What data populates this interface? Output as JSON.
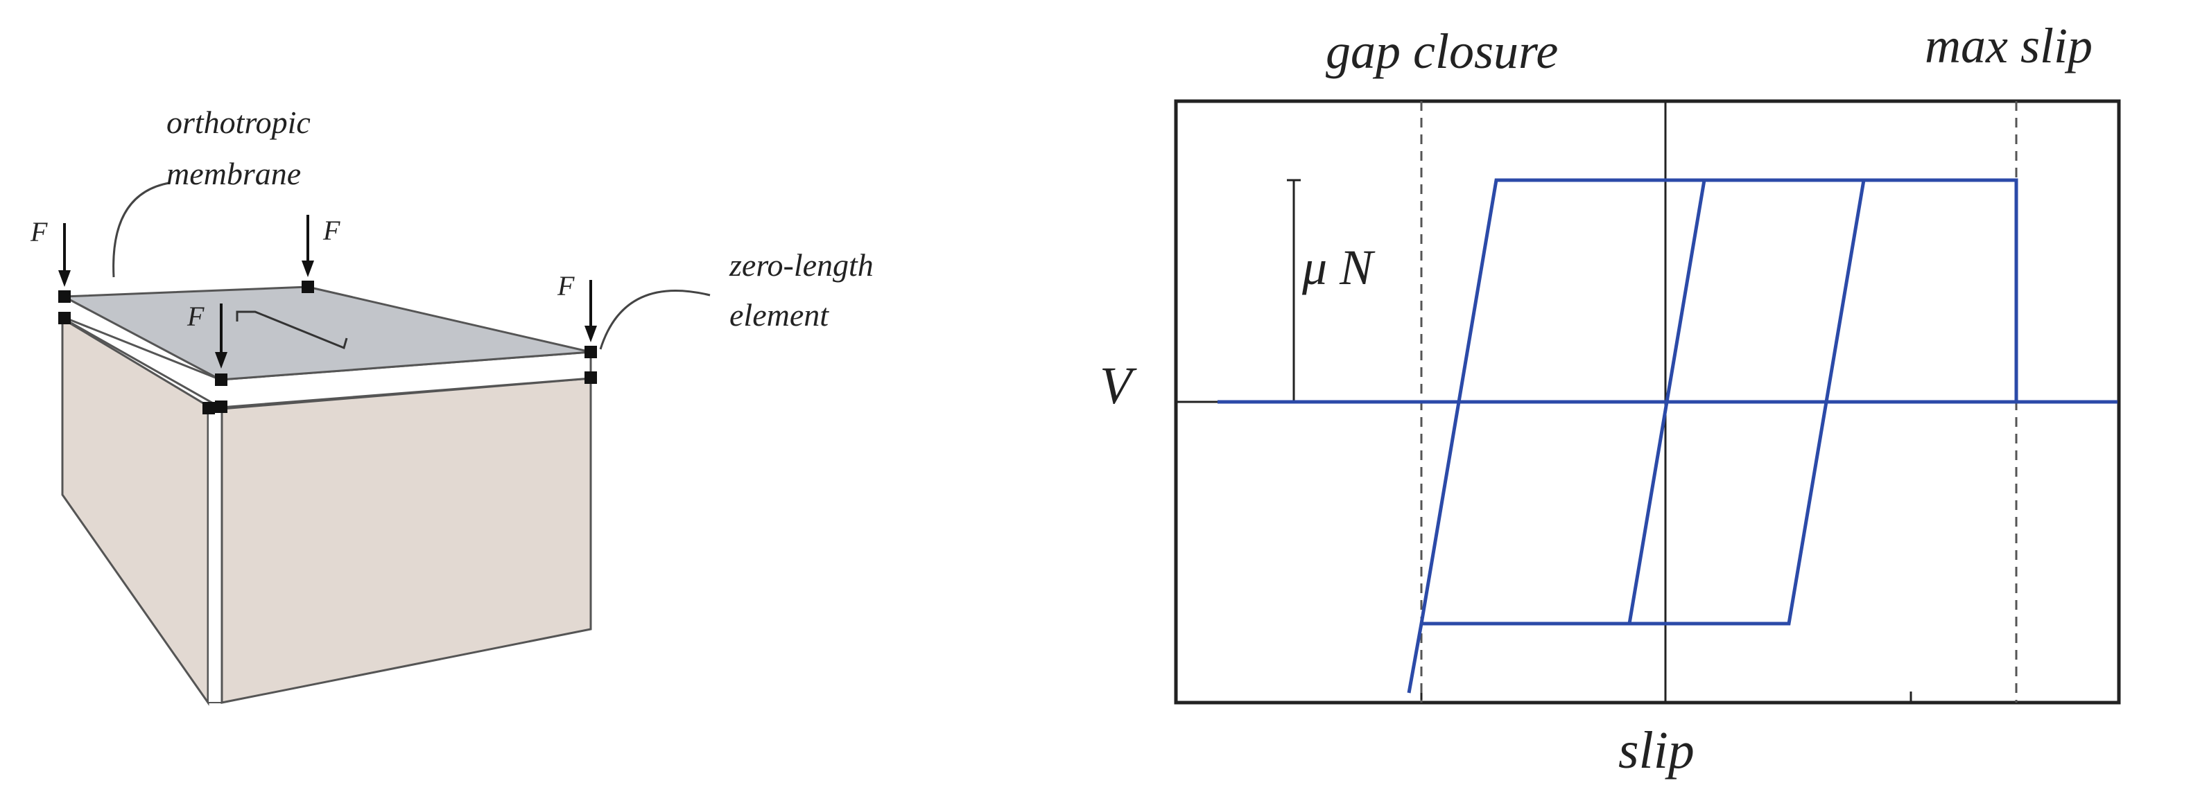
{
  "left_diagram": {
    "label_membrane_line1": "orthotropic",
    "label_membrane_line2": "membrane",
    "label_zero_length_line1": "zero-length",
    "label_zero_length_line2": "element",
    "force_label": "F",
    "colors": {
      "membrane": "#c2c5ca",
      "wall": "#e2d9d2",
      "outline": "#555555",
      "node": "#111111"
    }
  },
  "right_plot": {
    "label_gap_closure": "gap closure",
    "label_max_slip": "max slip",
    "label_mu_n": "μ N",
    "ylabel": "V",
    "xlabel": "slip",
    "colors": {
      "curve": "#2b4aa8",
      "axes": "#222222",
      "dashed": "#555555"
    }
  }
}
